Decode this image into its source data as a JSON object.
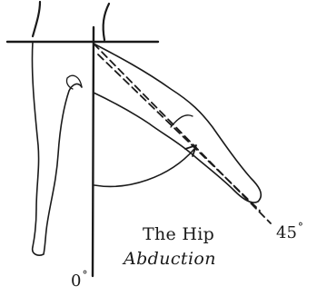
{
  "diagram": {
    "caption_line1": "The Hip",
    "caption_line2": "Abduction",
    "angle_end_value": "45",
    "angle_start_value": "0",
    "degree_symbol": "°",
    "colors": {
      "ink": "#1a1a1a",
      "background": "#ffffff"
    }
  }
}
